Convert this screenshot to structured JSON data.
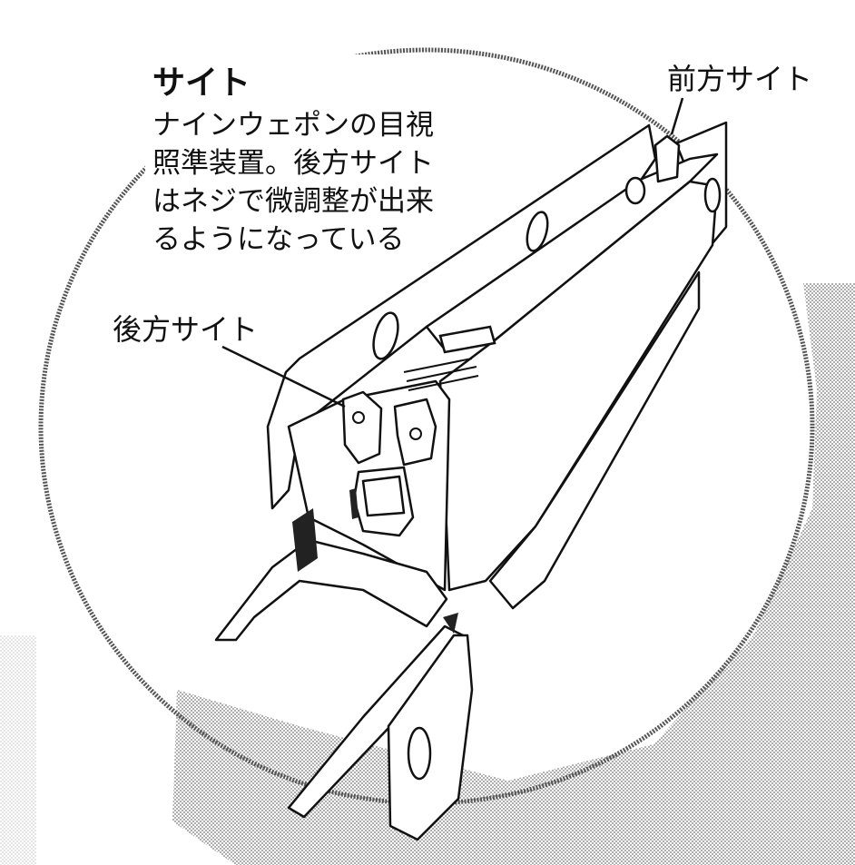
{
  "title": "サイト",
  "description": [
    "ナインウェポンの目視",
    "照準装置。後方サイト",
    "はネジで微調整が出来",
    "るようになっている"
  ],
  "callouts": {
    "front_sight": "前方サイト",
    "rear_sight": "後方サイト"
  },
  "colors": {
    "ink": "#111111",
    "screen_tone": "#a9a9a9",
    "paper": "#ffffff"
  }
}
